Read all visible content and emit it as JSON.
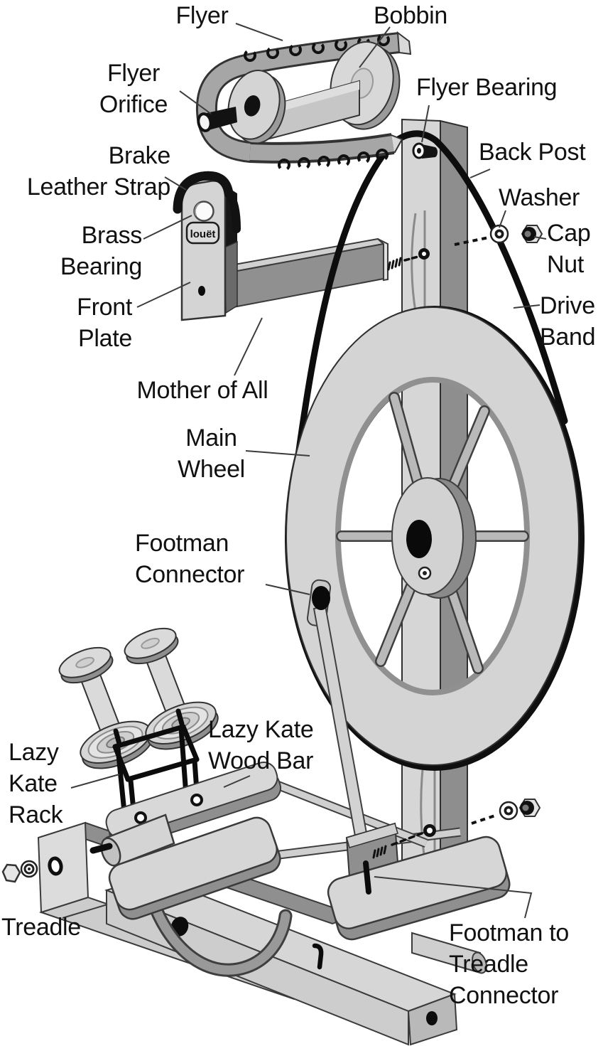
{
  "diagram": {
    "subject": "spinning-wheel-parts-diagram",
    "logo": {
      "text": "louët"
    },
    "colors": {
      "background": "#ffffff",
      "outline": "#2f2f2f",
      "fill_light": "#d4d4d4",
      "fill_mid": "#9a9a9a",
      "fill_dark": "#6e6e6e",
      "band_black": "#0d0d0d",
      "label_text": "#111111",
      "leader_line": "#3c3c3c"
    },
    "labels": [
      {
        "id": "flyer",
        "text": "Flyer"
      },
      {
        "id": "bobbin",
        "text": "Bobbin"
      },
      {
        "id": "flyer-orifice",
        "text": "Flyer\nOrifice"
      },
      {
        "id": "flyer-bearing",
        "text": "Flyer Bearing"
      },
      {
        "id": "back-post",
        "text": "Back Post"
      },
      {
        "id": "brake-leather-strap",
        "text": "Brake\nLeather Strap"
      },
      {
        "id": "washer",
        "text": "Washer"
      },
      {
        "id": "cap-nut",
        "text": "Cap\nNut"
      },
      {
        "id": "brass-bearing",
        "text": "Brass\nBearing"
      },
      {
        "id": "front-plate",
        "text": "Front\nPlate"
      },
      {
        "id": "drive-band",
        "text": "Drive\nBand"
      },
      {
        "id": "mother-of-all",
        "text": "Mother of All"
      },
      {
        "id": "main-wheel",
        "text": "Main\nWheel"
      },
      {
        "id": "footman-connector",
        "text": "Footman\nConnector"
      },
      {
        "id": "lazy-kate-wood-bar",
        "text": "Lazy Kate\nWood Bar"
      },
      {
        "id": "lazy-kate-rack",
        "text": "Lazy\nKate\nRack"
      },
      {
        "id": "treadle",
        "text": "Treadle"
      },
      {
        "id": "footman-to-treadle-connector",
        "text": "Footman to\nTreadle\nConnector"
      }
    ]
  }
}
